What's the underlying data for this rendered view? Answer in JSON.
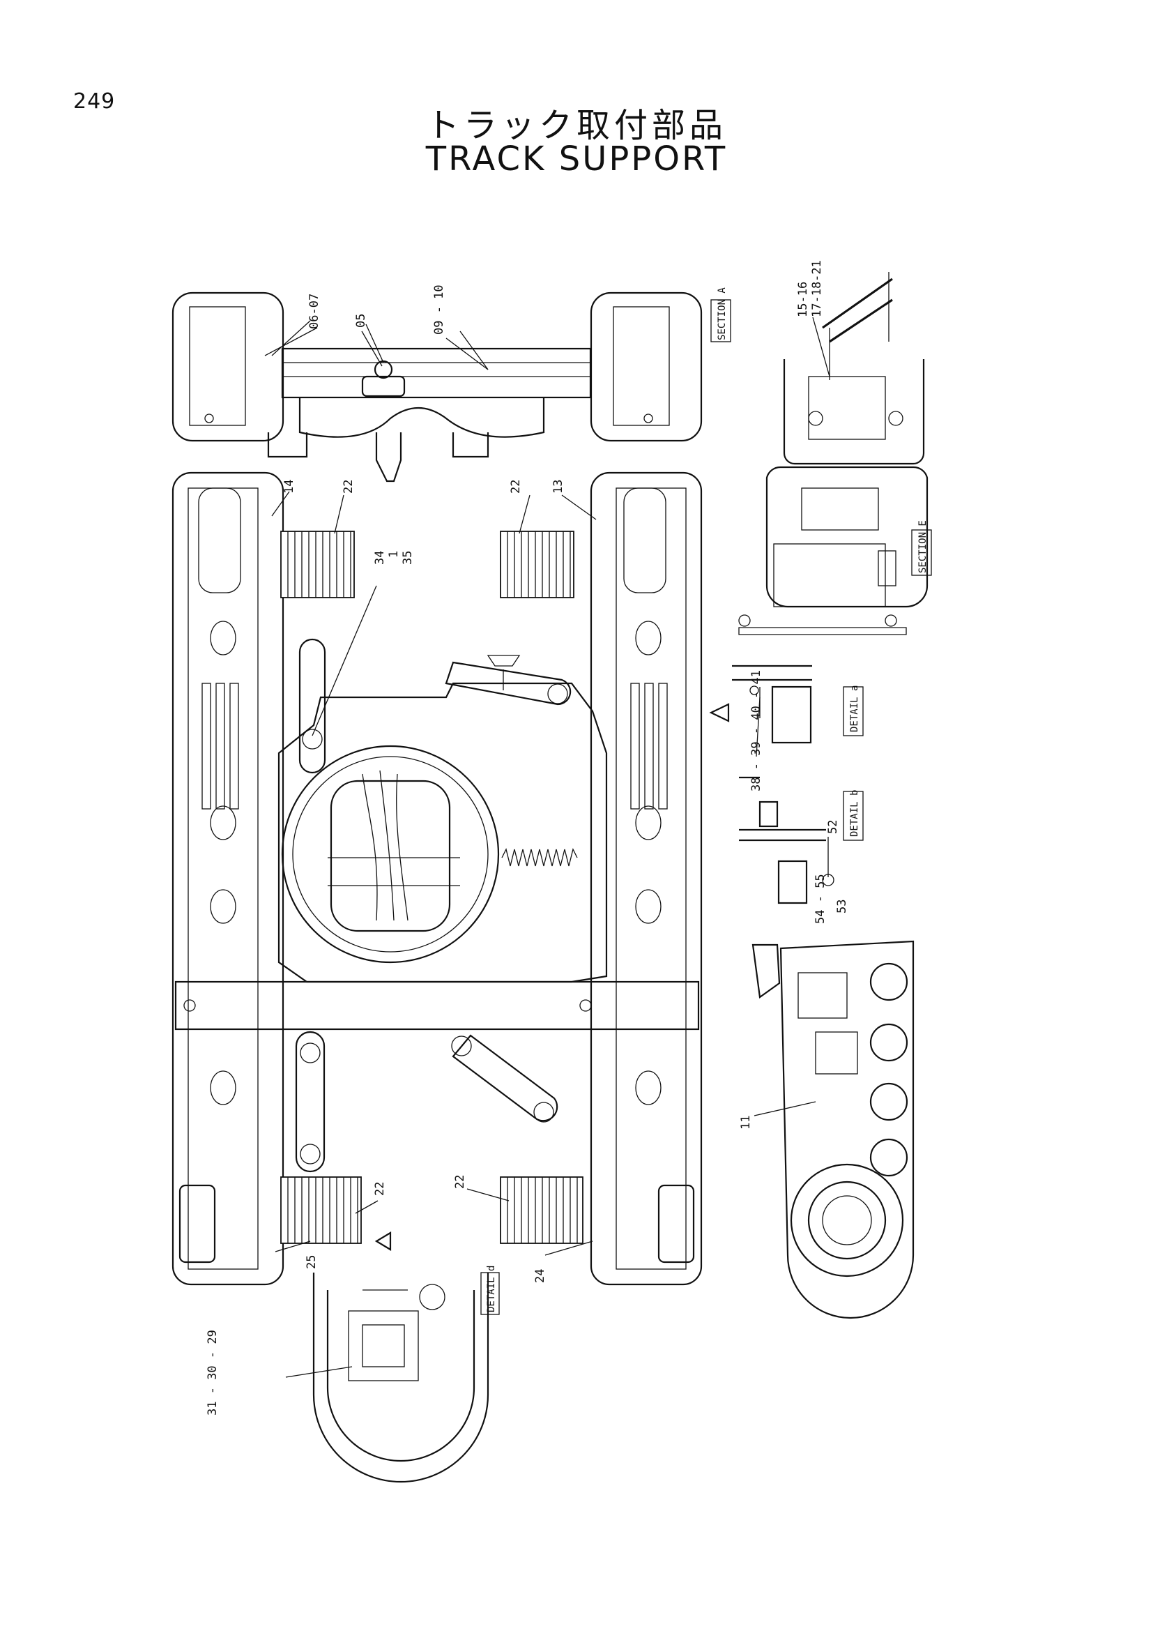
{
  "page": {
    "number": "249"
  },
  "title": {
    "japanese": "トラック取付部品",
    "english": "TRACK  SUPPORT"
  },
  "views": {
    "section_a": "SECTION A",
    "section_e": "SECTION E",
    "detail_a": "DETAIL a",
    "detail_b": "DETAIL b",
    "detail_d": "DETAIL d"
  },
  "callouts": {
    "c0607": "06-07",
    "c05": "05",
    "c0910": "09 - 10",
    "c1516": "15-16",
    "c171821": "17-18-21",
    "c14": "14",
    "c22a": "22",
    "c22b": "22",
    "c13": "13",
    "c34": "34",
    "c1": "1",
    "c35": "35",
    "c38": "38 - 39 - 40 - 41",
    "c52": "52",
    "c54": "54 - 55",
    "c53": "53",
    "c11": "11",
    "c22c": "22",
    "c22d": "22",
    "c25": "25",
    "c24": "24",
    "c31": "31 - 30 - 29"
  }
}
